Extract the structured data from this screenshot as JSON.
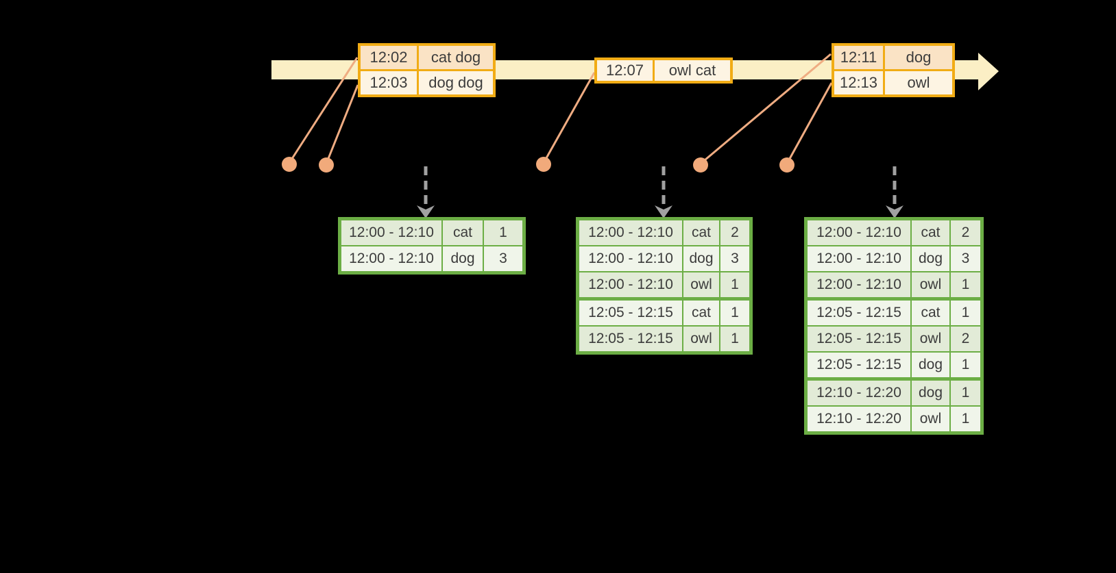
{
  "colors": {
    "background": "#000000",
    "timeline_band": "#FBEFC5",
    "orange_border": "#F1AC15",
    "orange_row_dark": "#FAE3C5",
    "orange_row_light": "#FDF4E3",
    "dot": "#F1AA7B",
    "connector_line": "#EFAC82",
    "arrow_gray": "#A1A1A1",
    "green_border": "#6CAE45",
    "green_row_dark": "#E2EBD7",
    "green_row_light": "#F0F5EA",
    "text": "#3C3C3C"
  },
  "timeline_events": [
    {
      "rows": [
        {
          "time": "12:02",
          "words": "cat dog"
        },
        {
          "time": "12:03",
          "words": "dog dog"
        }
      ]
    },
    {
      "rows": [
        {
          "time": "12:07",
          "words": "owl cat"
        }
      ]
    },
    {
      "rows": [
        {
          "time": "12:11",
          "words": "dog"
        },
        {
          "time": "12:13",
          "words": "owl"
        }
      ]
    }
  ],
  "result_tables": [
    {
      "rows": [
        {
          "window": "12:00 - 12:10",
          "word": "cat",
          "count": "1"
        },
        {
          "window": "12:00 - 12:10",
          "word": "dog",
          "count": "3"
        }
      ]
    },
    {
      "rows": [
        {
          "window": "12:00 - 12:10",
          "word": "cat",
          "count": "2"
        },
        {
          "window": "12:00 - 12:10",
          "word": "dog",
          "count": "3"
        },
        {
          "window": "12:00 - 12:10",
          "word": "owl",
          "count": "1"
        },
        {
          "window": "12:05 - 12:15",
          "word": "cat",
          "count": "1"
        },
        {
          "window": "12:05 - 12:15",
          "word": "owl",
          "count": "1"
        }
      ]
    },
    {
      "rows": [
        {
          "window": "12:00 - 12:10",
          "word": "cat",
          "count": "2"
        },
        {
          "window": "12:00 - 12:10",
          "word": "dog",
          "count": "3"
        },
        {
          "window": "12:00 - 12:10",
          "word": "owl",
          "count": "1"
        },
        {
          "window": "12:05 - 12:15",
          "word": "cat",
          "count": "1"
        },
        {
          "window": "12:05 - 12:15",
          "word": "owl",
          "count": "2"
        },
        {
          "window": "12:05 - 12:15",
          "word": "dog",
          "count": "1"
        },
        {
          "window": "12:10 - 12:20",
          "word": "dog",
          "count": "1"
        },
        {
          "window": "12:10 - 12:20",
          "word": "owl",
          "count": "1"
        }
      ]
    }
  ]
}
